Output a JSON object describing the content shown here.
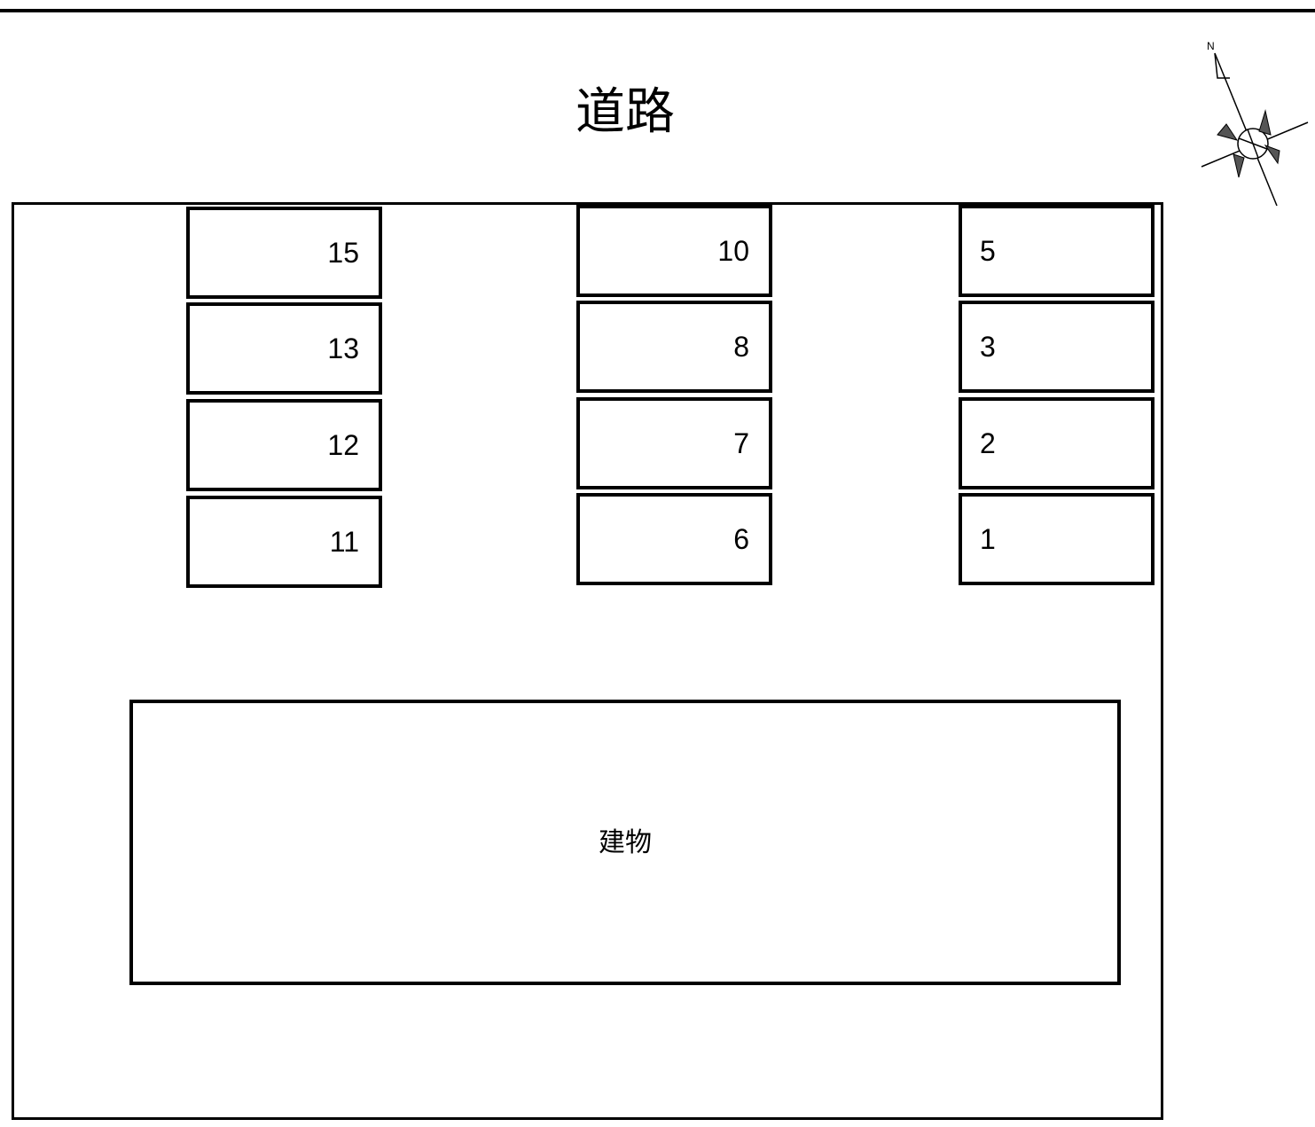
{
  "road": {
    "label": "道路"
  },
  "building": {
    "label": "建物"
  },
  "compass": {
    "north_label": "N",
    "icon": "compass-rose-icon"
  },
  "parking_spaces": {
    "col1": [
      "15",
      "13",
      "12",
      "11"
    ],
    "col2": [
      "10",
      "8",
      "7",
      "6"
    ],
    "col3": [
      "5",
      "3",
      "2",
      "1"
    ]
  }
}
